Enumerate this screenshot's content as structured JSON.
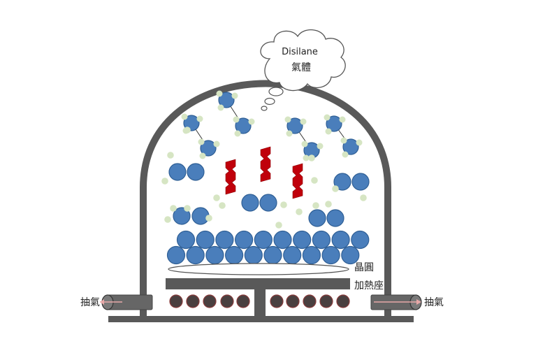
{
  "labels": {
    "cloud_title": "Disilane",
    "cloud_subtitle": "氣體",
    "wafer": "晶圓",
    "heater": "加熱座",
    "exhaust_left": "抽氣",
    "exhaust_right": "抽氣"
  },
  "colors": {
    "chamber": "#595959",
    "atom_fill": "#4a7ebb",
    "atom_stroke": "#2f5f95",
    "hydrogen": "#d6e5c3",
    "radical": "#c0000b",
    "heater_coil": "#4a4040",
    "coil_stroke": "#8a3b3b",
    "exhaust_arrow": "#e7a8a8"
  },
  "icons": {
    "cloud": "thought-cloud-icon",
    "wafer": "wafer-disc-icon",
    "heater": "heater-plate-icon",
    "exhaust": "exhaust-pipe-icon",
    "arrow": "arrow-icon"
  }
}
